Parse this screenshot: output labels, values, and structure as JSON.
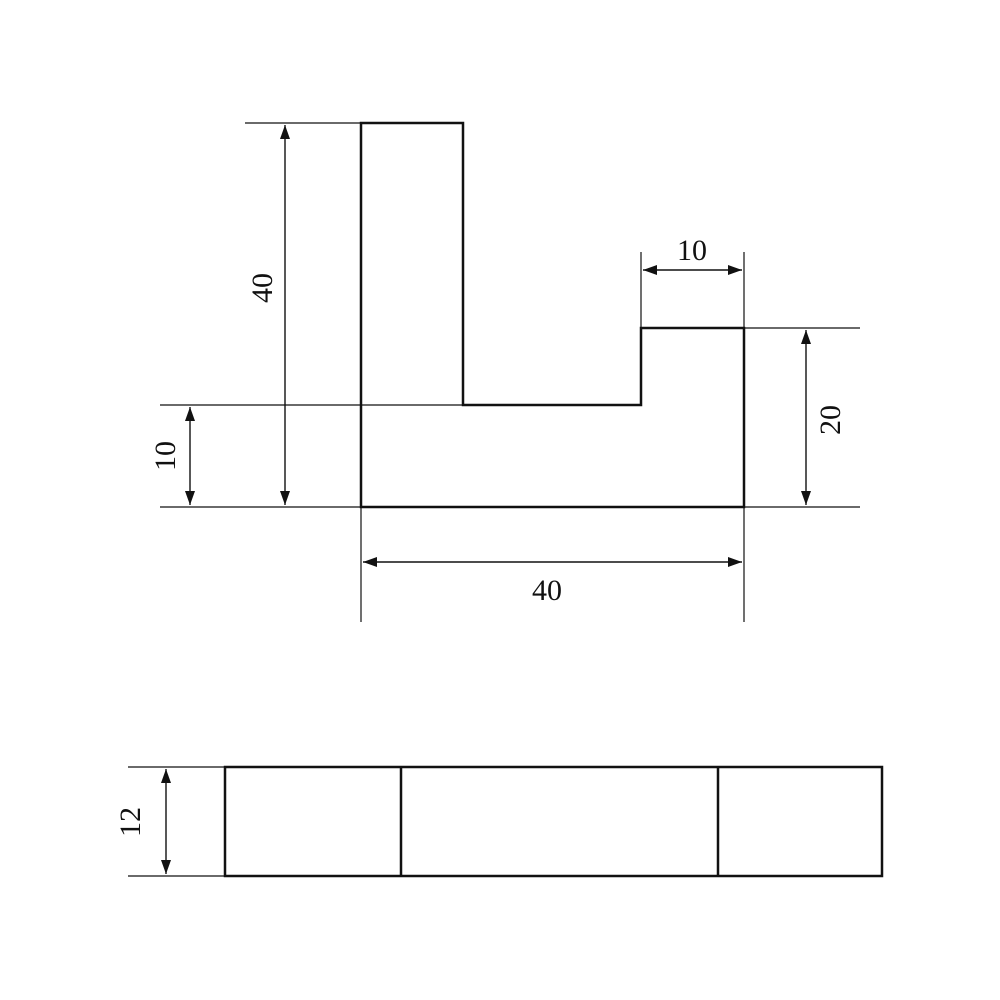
{
  "front_view": {
    "dim_overall_height": "40",
    "dim_base_height": "10",
    "dim_step_width": "10",
    "dim_right_height": "20",
    "dim_overall_width": "40"
  },
  "side_view": {
    "dim_thickness": "12"
  }
}
